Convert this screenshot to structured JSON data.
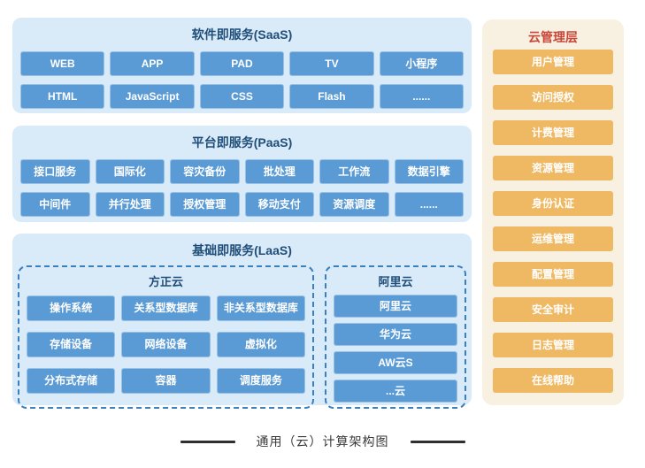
{
  "colors": {
    "panel_blue": "#d9eaf9",
    "button_blue": "#5b9bd5",
    "panel_cream": "#f8f0e0",
    "button_orange": "#efb964",
    "title_navy": "#1f4e79",
    "title_red": "#c9473a",
    "dash_blue": "#3a7fbe",
    "caption_ink": "#3a3a3a"
  },
  "layers": {
    "saas": {
      "title": "软件即服务(SaaS)",
      "rows": [
        [
          "WEB",
          "APP",
          "PAD",
          "TV",
          "小程序"
        ],
        [
          "HTML",
          "JavaScript",
          "CSS",
          "Flash",
          "......"
        ]
      ]
    },
    "paas": {
      "title": "平台即服务(PaaS)",
      "rows": [
        [
          "接口服务",
          "国际化",
          "容灾备份",
          "批处理",
          "工作流",
          "数据引擎"
        ],
        [
          "中间件",
          "并行处理",
          "授权管理",
          "移动支付",
          "资源调度",
          "......"
        ]
      ]
    },
    "iaas": {
      "title": "基础即服务(LaaS)",
      "groups": [
        {
          "title": "方正云",
          "rows": [
            [
              "操作系统",
              "关系型数据库",
              "非关系型数据库"
            ],
            [
              "存储设备",
              "网络设备",
              "虚拟化"
            ],
            [
              "分布式存储",
              "容器",
              "调度服务"
            ]
          ]
        },
        {
          "title": "阿里云",
          "items": [
            "阿里云",
            "华为云",
            "AW云S",
            "...云"
          ]
        }
      ]
    }
  },
  "management": {
    "title": "云管理层",
    "items": [
      "用户管理",
      "访问授权",
      "计费管理",
      "资源管理",
      "身份认证",
      "运维管理",
      "配置管理",
      "安全审计",
      "日志管理",
      "在线帮助"
    ]
  },
  "caption": {
    "text": "通用（云）计算架构图"
  }
}
